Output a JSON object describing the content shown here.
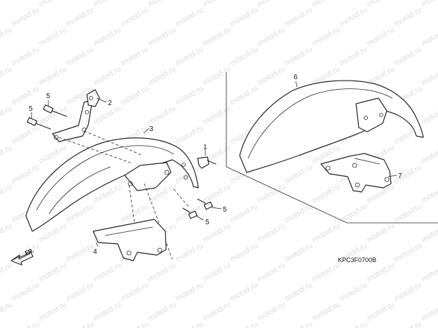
{
  "watermark": {
    "text": "motod.ru"
  },
  "callouts": {
    "c1": "1",
    "c2": "2",
    "c3": "3",
    "c4": "4",
    "c5a": "5",
    "c5b": "5",
    "c5c": "5",
    "c5d": "5",
    "c6": "6",
    "c7": "7"
  },
  "front_indicator": "FR.",
  "diagram_code": "KPC3F0700B"
}
